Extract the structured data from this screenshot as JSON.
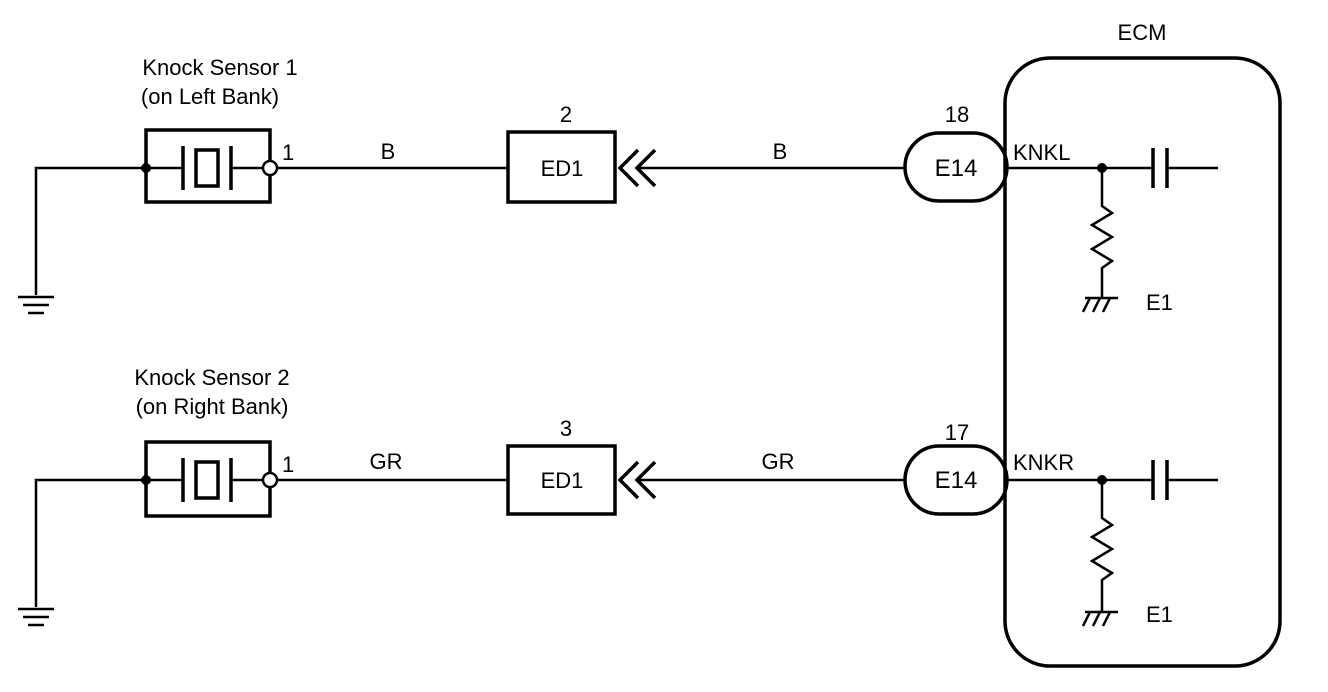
{
  "ecm": {
    "label": "ECM"
  },
  "circuits": [
    {
      "sensor_title_1": "Knock Sensor 1",
      "sensor_title_2": "(on Left Bank)",
      "sensor_pin": "1",
      "wire_color_left": "B",
      "connector_pin": "2",
      "connector_name": "ED1",
      "wire_color_right": "B",
      "ecm_connector_pin": "18",
      "ecm_connector_name": "E14",
      "ecm_terminal": "KNKL",
      "ground_label": "E1"
    },
    {
      "sensor_title_1": "Knock Sensor 2",
      "sensor_title_2": "(on Right Bank)",
      "sensor_pin": "1",
      "wire_color_left": "GR",
      "connector_pin": "3",
      "connector_name": "ED1",
      "wire_color_right": "GR",
      "ecm_connector_pin": "17",
      "ecm_connector_name": "E14",
      "ecm_terminal": "KNKR",
      "ground_label": "E1"
    }
  ]
}
